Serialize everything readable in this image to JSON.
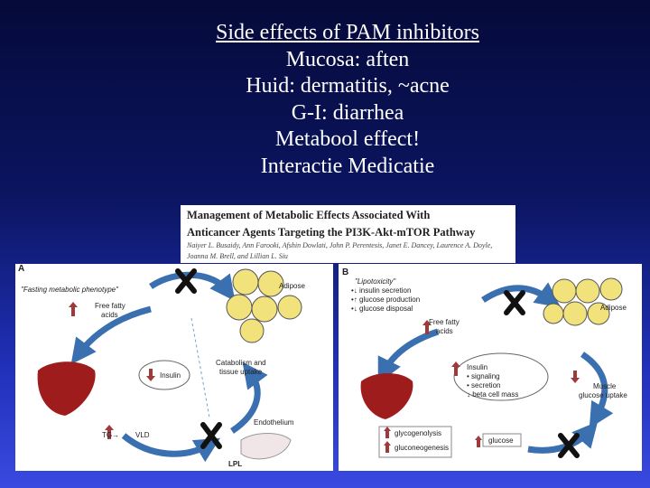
{
  "slide": {
    "lines": [
      "Side effects of PAM inhibitors",
      "Mucosa: aften",
      "Huid: dermatitis, ~acne",
      "G-I: diarrhea",
      "Metabool effect!",
      "Interactie Medicatie"
    ]
  },
  "paper": {
    "title_line1": "Management of Metabolic Effects Associated With",
    "title_line2": "Anticancer Agents Targeting the PI3K-Akt-mTOR Pathway",
    "authors_line1": "Naiyer L. Busaidy, Ann Farooki, Afshin Dowlati, John P. Perentesis, Janet E. Dancey, Laurence A. Doyle,",
    "authors_line2": "Joanna M. Brell, and Lillian L. Siu"
  },
  "panel_a": {
    "letter": "A",
    "heading": "\"Fasting metabolic phenotype\"",
    "adipose": "Adipose",
    "ffa_1": "Free fatty",
    "ffa_2": "acids",
    "insulin": "Insulin",
    "catab_1": "Catabolism and",
    "catab_2": "tissue uptake",
    "endothelium": "Endothelium",
    "tg": "TG→",
    "vldl": "VLD",
    "lpl": "LPL"
  },
  "panel_b": {
    "letter": "B",
    "heading": "\"Lipotoxicity\"",
    "bullet1": "•↓ insulin secretion",
    "bullet2": "•↑ glucose production",
    "bullet3": "•↓ glucose disposal",
    "adipose": "Adipose",
    "ffa_1": "Free fatty",
    "ffa_2": "acids",
    "insulin": "Insulin",
    "ins_b1": "• signaling",
    "ins_b2": "• secretion",
    "ins_b3": "↓ beta cell mass",
    "muscle_1": "Muscle",
    "muscle_2": "glucose uptake",
    "glycogenolysis": "glycogenolysis",
    "gluconeogenesis": "gluconeogenesis",
    "glucose": "glucose"
  },
  "colors": {
    "arrow": "#3a6fb0",
    "liver": "#9e1c1c",
    "fat": "#f2e27c",
    "up_arrow": "#9e3a3a",
    "x_mark": "#111111"
  }
}
